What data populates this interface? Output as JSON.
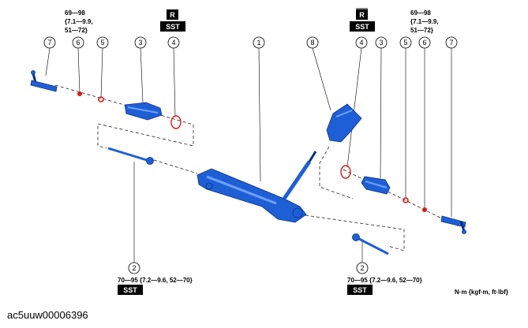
{
  "diagram": {
    "part_numbers": [
      "7",
      "6",
      "5",
      "3",
      "4",
      "1",
      "8",
      "4",
      "3",
      "5",
      "6",
      "7",
      "2",
      "2"
    ],
    "torque_left_top": [
      "69—98",
      "{7.1—9.9,",
      "51—72}"
    ],
    "torque_right_top": [
      "69—98",
      "{7.1—9.9,",
      "51—72}"
    ],
    "torque_bottom_left": "70—95 {7.2—9.6, 52—70}",
    "torque_bottom_right": "70—95 {7.2—9.6, 52—70}",
    "badge_r": "R",
    "badge_sst": "SST",
    "units": "N·m {kgf·m, ft·lbf}",
    "colors": {
      "part_blue": "#1f5fd6",
      "part_dark": "#0b2f86",
      "part_light": "#6fa0ff",
      "washer_red": "#e01818",
      "badge_black": "#000000"
    }
  },
  "caption": "ac5uuw00006396"
}
